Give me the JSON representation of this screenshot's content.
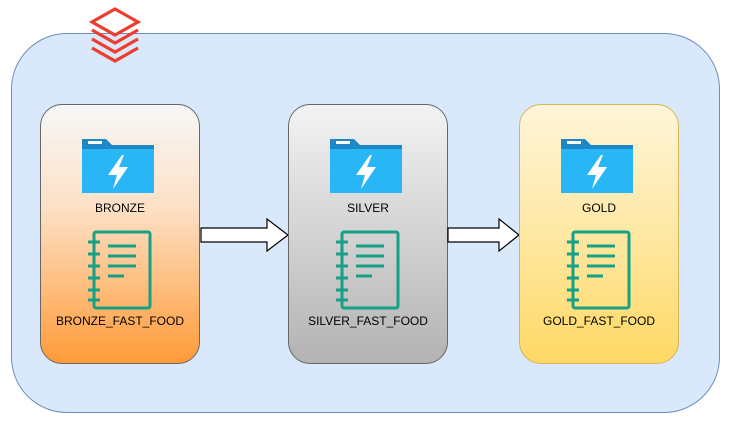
{
  "stages": [
    {
      "id": "bronze",
      "layer": "BRONZE",
      "table": "BRONZE_FAST_FOOD"
    },
    {
      "id": "silver",
      "layer": "SILVER",
      "table": "SILVER_FAST_FOOD"
    },
    {
      "id": "gold",
      "layer": "GOLD",
      "table": "GOLD_FAST_FOOD"
    }
  ],
  "icons": {
    "logo": "databricks-logo-icon",
    "folder": "lightning-folder-icon",
    "notebook": "notebook-icon",
    "arrow": "right-arrow-icon"
  },
  "colors": {
    "container_fill": "#dae8fc",
    "container_stroke": "#6c8ebf",
    "bronze": "#ff9b38",
    "silver": "#b3b3b3",
    "gold": "#ffd965",
    "folder": "#29b6f6",
    "notebook": "#16a085",
    "logo": "#ee3d2c"
  }
}
